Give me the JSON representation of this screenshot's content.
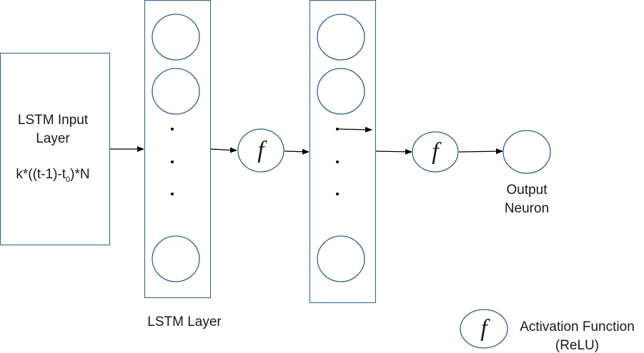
{
  "input_layer": {
    "title_line1": "LSTM Input",
    "title_line2": "Layer",
    "formula_prefix": "k*((t-1)-t",
    "formula_sub": "0",
    "formula_suffix": ")*N"
  },
  "lstm_layer_label": "LSTM Layer",
  "activation_symbol": "f",
  "output_label_line1": "Output",
  "output_label_line2": "Neuron",
  "legend": {
    "symbol": "f",
    "label_line1": "Activation Function",
    "label_line2": "(ReLU)"
  },
  "colors": {
    "outline": "#2f5f8f",
    "arrow": "#000000",
    "text": "#1a1a1a"
  }
}
